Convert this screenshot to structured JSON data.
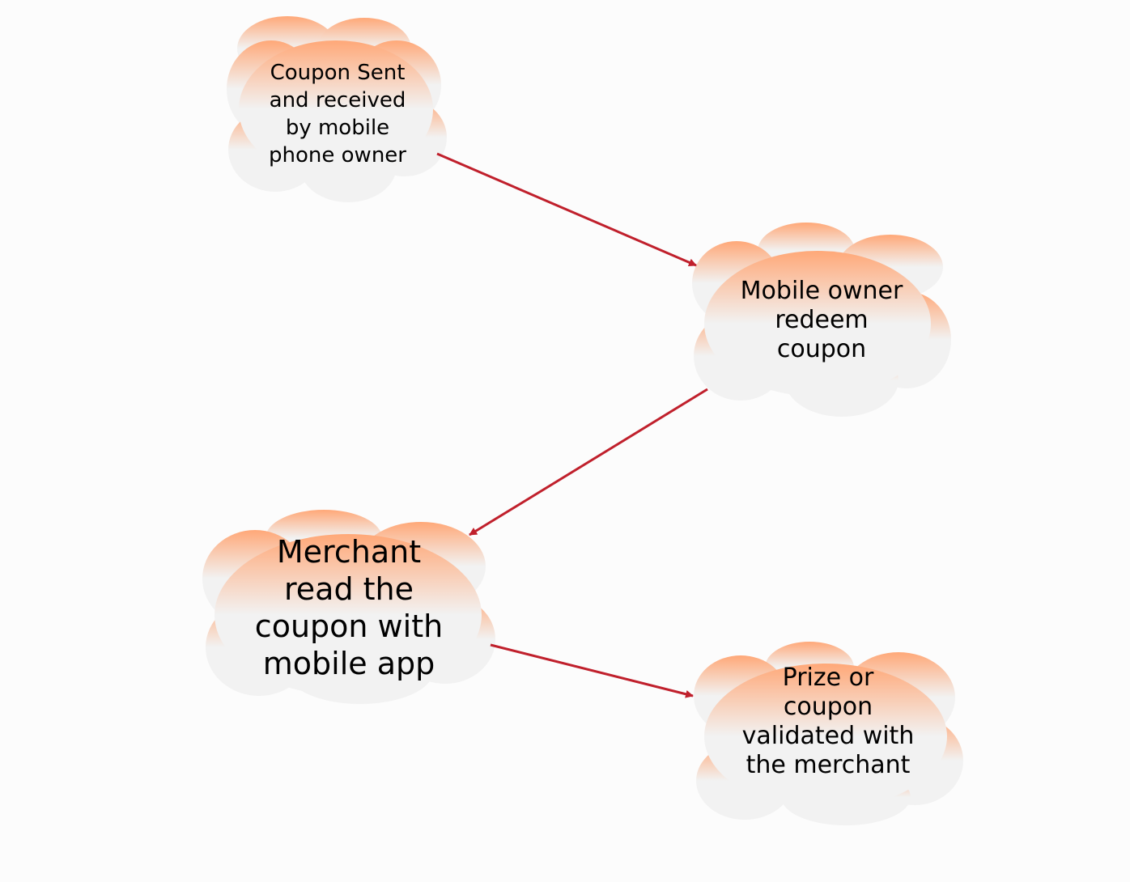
{
  "colors": {
    "cloud_top": "#ffa878",
    "cloud_bottom": "#f2f2f2",
    "arrow": "#c0202c",
    "background": "#fcfcfc"
  },
  "nodes": [
    {
      "id": "node-1",
      "lines": [
        "Coupon Sent",
        "and received",
        "by mobile",
        "phone owner"
      ]
    },
    {
      "id": "node-2",
      "lines": [
        "Mobile owner",
        "redeem",
        "coupon"
      ]
    },
    {
      "id": "node-3",
      "lines": [
        "Merchant",
        "read the",
        "coupon with",
        "mobile app"
      ]
    },
    {
      "id": "node-4",
      "lines": [
        "Prize or",
        "coupon",
        "validated with",
        "the merchant"
      ]
    }
  ],
  "edges": [
    {
      "from": "node-1",
      "to": "node-2"
    },
    {
      "from": "node-2",
      "to": "node-3"
    },
    {
      "from": "node-3",
      "to": "node-4"
    }
  ]
}
